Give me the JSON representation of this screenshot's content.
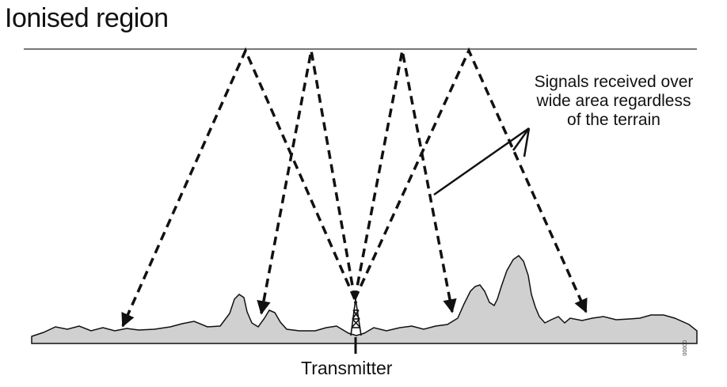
{
  "diagram": {
    "title": "Ionised region",
    "annotation": {
      "lines": [
        "Signals received over",
        "wide area regardless",
        "of the terrain"
      ]
    },
    "transmitter_label": "Transmitter",
    "figure_code": "00000",
    "colors": {
      "ink": "#111111",
      "terrain_fill": "#d0d0d0",
      "ionosphere_line": "#777777"
    },
    "paths": [
      {
        "name": "skywave-path-1",
        "description": "transmitter to ionosphere and back to far left"
      },
      {
        "name": "skywave-path-2",
        "description": "transmitter to ionosphere and back to near left"
      },
      {
        "name": "skywave-path-3",
        "description": "transmitter to ionosphere and back to near right"
      },
      {
        "name": "skywave-path-4",
        "description": "transmitter to ionosphere and back to far right"
      }
    ]
  }
}
